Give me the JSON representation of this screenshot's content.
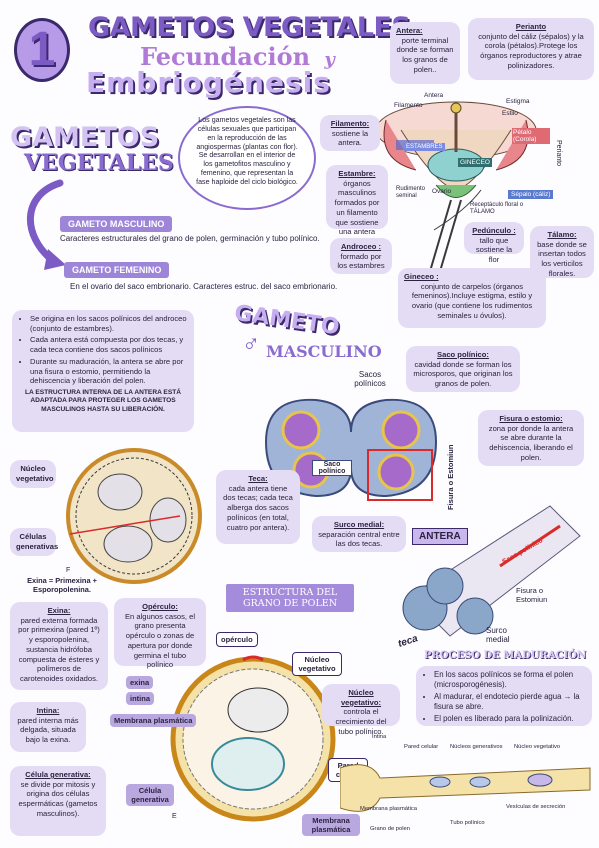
{
  "header": {
    "number": "1",
    "line1": "GAMETOS VEGETALES,",
    "line2": "Fecundación",
    "line2_y": "y",
    "line3": "Embriogénesis"
  },
  "gametos": {
    "title1": "GAMETOS",
    "title2": "VEGETALES",
    "intro": "Los gametos vegetales son las células sexuales que participan en la reproducción de las angiospermas (plantas con flor). Se desarrollan en el interior de los gametofitos masculino y femenino, que representan la fase haploide del ciclo biológico.",
    "masc_label": "GAMETO MASCULINO",
    "masc_text": "Caracteres estructurales del grano de polen, germinación y tubo polínico.",
    "fem_label": "GAMETO FEMENINO",
    "fem_text": "En el ovario del saco embrionario. Caracteres estruc. del saco embrionario."
  },
  "flower": {
    "antera_title": "Antera:",
    "antera_text": "porte terminal donde se forman los granos de polen..",
    "perianto_title": "Perianto",
    "perianto_text": "conjunto del cáliz (sépalos) y la corola (pétalos).Protege los órganos reproductores y atrae polinizadores.",
    "filamento_title": "Filamento:",
    "filamento_text": "sostiene la antera.",
    "estambre_title": "Estambre:",
    "estambre_text": "órganos masculinos formados por un filamento que sostiene una antera",
    "androceo_title": "Androceo :",
    "androceo_text": "formado por los estambres",
    "pedunculo_title": "Pedúnculo :",
    "pedunculo_text": "tallo que sostiene la flor",
    "talamo_title": "Tálamo:",
    "talamo_text": "base donde se insertan todos los verticilos florales.",
    "gineceo_title": "Gineceo :",
    "gineceo_text": "conjunto de carpelos (órganos femeninos).Incluye estigma, estilo y ovario (que contiene los rudimentos seminales u óvulos).",
    "diagram_labels": {
      "antera": "Antera",
      "filamento": "Filamento",
      "estigma": "Estigma",
      "estilo": "Estilo",
      "petalo": "Pétalo (Corola)",
      "estambres": "ESTAMBRES",
      "gineceo": "GINECEO",
      "rudimento": "Rudimento seminal",
      "ovario": "Ovario",
      "sepalo": "Sépalo (cáliz)",
      "receptaculo": "Receptáculo floral o TÁLAMO",
      "perianto_side": "Perianto"
    }
  },
  "gameto_masc": {
    "title1": "GAMETO",
    "title2": "MASCULINO",
    "bullets": [
      "Se origina en los sacos polínicos del androceo (conjunto de estambres).",
      "Cada antera está compuesta por dos tecas, y cada teca contiene dos sacos polínicos",
      "Durante su maduración, la antera se abre por una fisura o estomio, permitiendo la dehiscencia y liberación del polen."
    ],
    "note": "LA ESTRUCTURA INTERNA DE LA ANTERA ESTÁ ADAPTADA PARA PROTEGER LOS GAMETOS MASCULINOS HASTA SU LIBERACIÓN.",
    "sacos_polinicos": "Sacos polínicos",
    "saco_polinico_title": "Saco polínico:",
    "saco_polinico_text": "cavidad donde se forman los microsporos, que originan los granos de polen.",
    "fisura_title": "Fisura o estomio:",
    "fisura_text": "zona por donde la antera se abre durante la dehiscencia, liberando el polen.",
    "teca_title": "Teca:",
    "teca_text": "cada antera tiene dos tecas; cada teca alberga dos sacos polínicos (en total, cuatro por antera).",
    "surco_title": "Surco medial:",
    "surco_text": "separación central entre las dos tecas.",
    "saco_polinico_label": "Saco polínico",
    "fisura_label": "Fisura o Estomiun",
    "antera_tag": "ANTERA",
    "saco_polinico_label2": "Saco polínico",
    "fisura_label2": "Fisura o Estomiun",
    "surco_label": "Surco medial",
    "teca_label": "teca"
  },
  "polen": {
    "nucleo_veg": "Núcleo vegetativo",
    "celulas_gen": "Células generativas",
    "exina_eq": "Exina = Primexina + Esporopolenina.",
    "estructura": "ESTRUCTURA DEL GRANO DE POLEN",
    "exina_title": "Exina:",
    "exina_text": "pared externa formada por primexina (pared 1º) y esporopolenina, sustancia hidrófoba compuesta de ésteres y polímeros de carotenoides oxidados.",
    "operculo_title": "Opérculo:",
    "operculo_text": "En algunos casos, el grano presenta opérculo o zonas de apertura por donde germina el tubo polínico",
    "intina_title": "Intina:",
    "intina_text": "pared interna más delgada, situada bajo la exina.",
    "celula_gen_title": "Célula generativa:",
    "celula_gen_text": "se divide por mitosis y origina dos células espermáticas (gametos masculinos).",
    "lbl_operculo": "opérculo",
    "lbl_exina": "exina",
    "lbl_intina": "intina",
    "lbl_membrana": "Membrana plasmática",
    "lbl_celula": "Célula generativa",
    "lbl_nucleo": "Núcleo vegetativo",
    "lbl_membrana2": "Membrana plasmática",
    "lbl_pared": "Pared celular",
    "nucleo_veg_title": "Núcleo vegetativo:",
    "nucleo_veg_text": "controla el crecimiento del tubo polínico.",
    "proceso_title": "PROCESO DE MADURACIÓN",
    "proceso": [
      "En los sacos polínicos se forma el polen (microsporogénesis).",
      "Al madurar, el endotecio pierde agua → la fisura se abre.",
      "El polen es liberado para la polinización."
    ],
    "tube_labels": {
      "intina": "Intina",
      "pared": "Pared celular",
      "nucleos": "Núcleos generativos",
      "nucleo": "Núcleo vegetativo",
      "membrana": "Membrana plasmática",
      "tubo": "Tubo polínico",
      "vesiculas": "Vesículas de secreción",
      "grano": "Grano de polen",
      "E": "E",
      "F": "F"
    }
  }
}
